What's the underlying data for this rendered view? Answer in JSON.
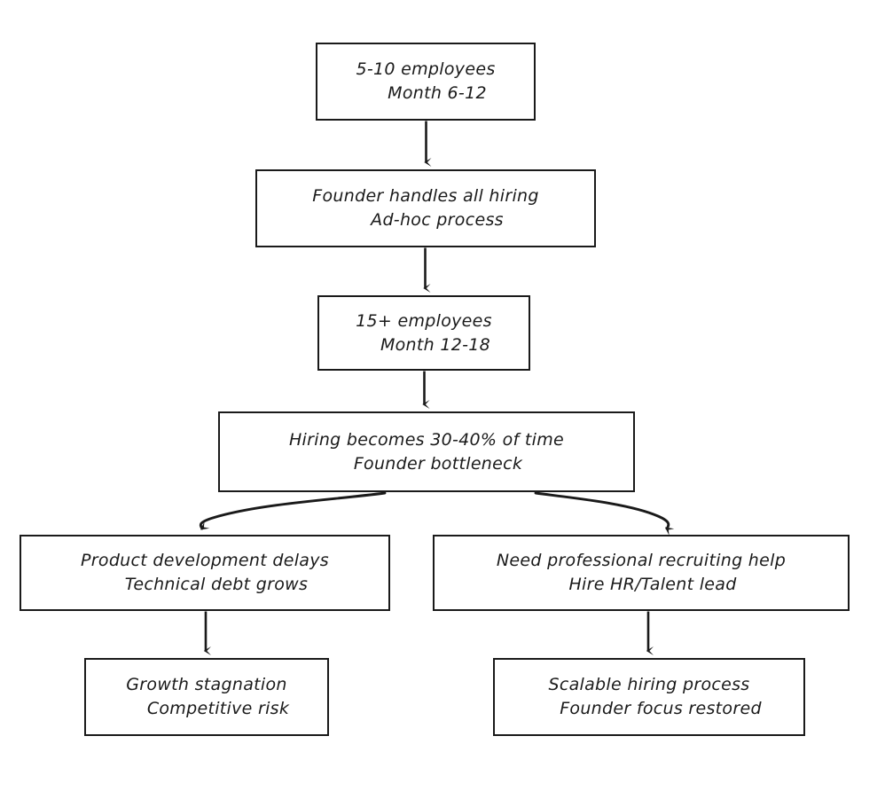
{
  "diagram": {
    "type": "flowchart",
    "background_color": "#ffffff",
    "stroke_color": "#1a1a1a",
    "style": "hand-drawn",
    "nodes": [
      {
        "id": "start",
        "line1": "5-10 employees",
        "line2": "Month 6-12"
      },
      {
        "id": "founder",
        "line1": "Founder handles all hiring",
        "line2": "Ad-hoc process"
      },
      {
        "id": "fifteen",
        "line1": "15+ employees",
        "line2": "Month 12-18"
      },
      {
        "id": "bottleneck",
        "line1": "Hiring becomes 30-40% of time",
        "line2": "Founder bottleneck"
      },
      {
        "id": "product",
        "line1": "Product development delays",
        "line2": "Technical debt grows"
      },
      {
        "id": "recruiting",
        "line1": "Need professional recruiting help",
        "line2": "Hire HR/Talent lead"
      },
      {
        "id": "growth",
        "line1": "Growth stagnation",
        "line2": "Competitive risk"
      },
      {
        "id": "scalable",
        "line1": "Scalable hiring process",
        "line2": "Founder focus restored"
      }
    ],
    "edges": [
      {
        "id": "start-to-founder",
        "from": "start",
        "to": "founder",
        "shape": "straight-down"
      },
      {
        "id": "founder-to-fifteen",
        "from": "founder",
        "to": "fifteen",
        "shape": "straight-down"
      },
      {
        "id": "fifteen-to-bottleneck",
        "from": "fifteen",
        "to": "bottleneck",
        "shape": "straight-down"
      },
      {
        "id": "bottleneck-to-product",
        "from": "bottleneck",
        "to": "product",
        "shape": "curved-left"
      },
      {
        "id": "bottleneck-to-recruiting",
        "from": "bottleneck",
        "to": "recruiting",
        "shape": "curved-right"
      },
      {
        "id": "product-to-growth",
        "from": "product",
        "to": "growth",
        "shape": "straight-down"
      },
      {
        "id": "recruiting-to-scalable",
        "from": "recruiting",
        "to": "scalable",
        "shape": "straight-down"
      }
    ]
  }
}
